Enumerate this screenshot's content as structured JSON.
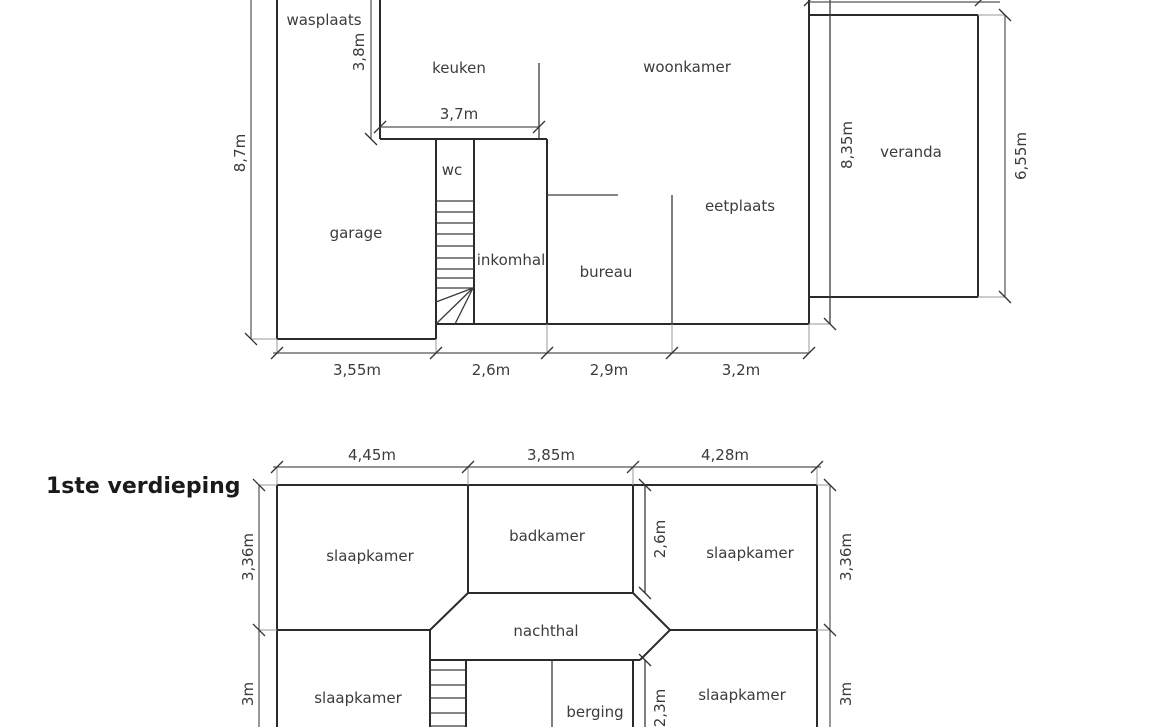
{
  "ground_floor": {
    "rooms": {
      "wasplaats": "wasplaats",
      "keuken": "keuken",
      "woonkamer": "woonkamer",
      "veranda": "veranda",
      "wc": "wc",
      "garage": "garage",
      "inkomhal": "inkomhal",
      "bureau": "bureau",
      "eetplaats": "eetplaats"
    },
    "dimensions": {
      "total_depth_left": "8,7m",
      "keuken_depth": "3,8m",
      "keuken_width": "3,7m",
      "living_depth": "8,35m",
      "veranda_depth": "6,55m",
      "garage_width": "3,55m",
      "inkomhal_width": "2,6m",
      "bureau_width": "2,9m",
      "eetplaats_width": "3,2m"
    }
  },
  "first_floor": {
    "title": "1ste verdieping",
    "rooms": {
      "slaapkamer_nw": "slaapkamer",
      "badkamer": "badkamer",
      "slaapkamer_ne": "slaapkamer",
      "nachthal": "nachthal",
      "slaapkamer_sw": "slaapkamer",
      "berging": "berging",
      "slaapkamer_se": "slaapkamer"
    },
    "dimensions": {
      "width_left": "4,45m",
      "width_middle": "3,85m",
      "width_right": "4,28m",
      "depth_left_top": "3,36m",
      "depth_left_bottom": "3m",
      "badkamer_depth": "2,6m",
      "depth_right_top": "3,36m",
      "depth_right_bottom": "3m",
      "berging_depth": "2,3m"
    }
  }
}
